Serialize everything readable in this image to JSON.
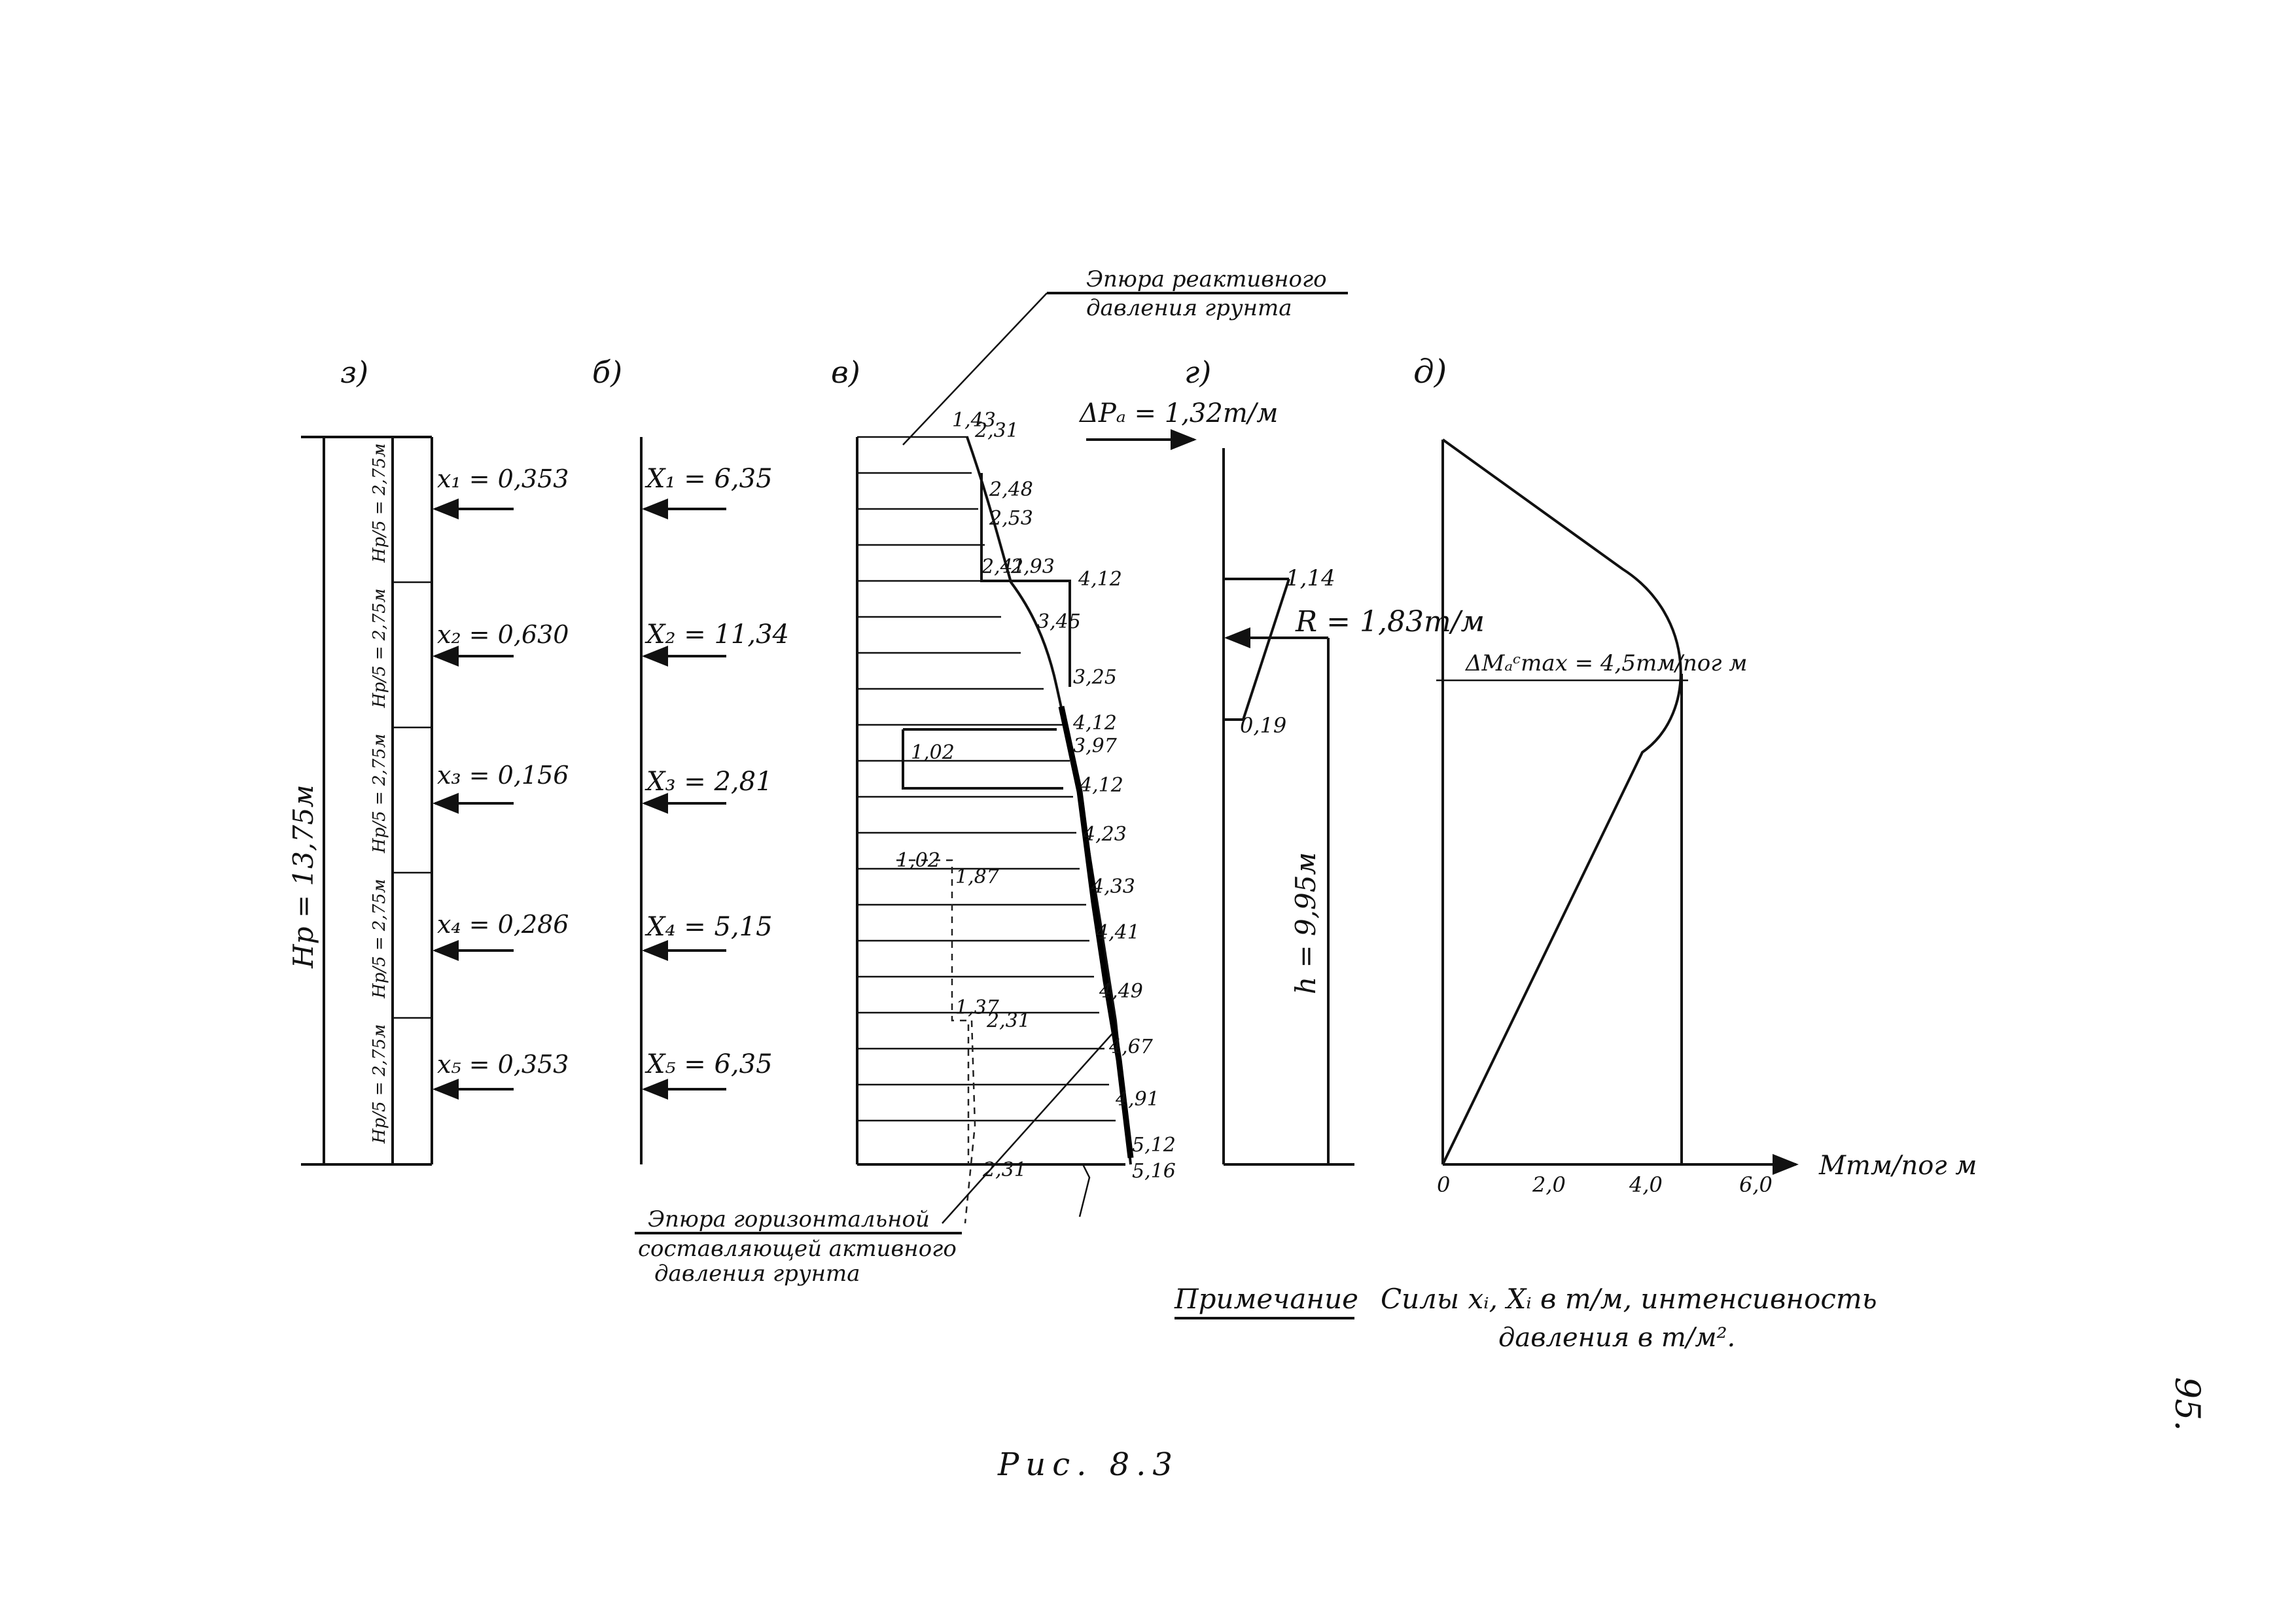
{
  "annotations": {
    "reactive_title_1": "Эпюра реактивного",
    "reactive_title_2": "давления грунта",
    "active_title_1": "Эпюра горизонтальной",
    "active_title_2": "составляющей активного",
    "active_title_3": "давления грунта"
  },
  "panels": {
    "a": {
      "label": "з)",
      "total_height": "Hр = 13,75м",
      "segment_label": "Hр/5 = 2,75м",
      "forces": [
        "x₁ = 0,353",
        "x₂ = 0,630",
        "x₃ = 0,156",
        "x₄ = 0,286",
        "x₅ = 0,353"
      ]
    },
    "b": {
      "label": "б)",
      "forces": [
        "X₁ = 6,35",
        "X₂ = 11,34",
        "X₃ = 2,81",
        "X₄ = 5,15",
        "X₅ = 6,35"
      ]
    },
    "c": {
      "label": "в)",
      "values": [
        "1,43",
        "2,31",
        "2,48",
        "2,53",
        "2,41",
        "2,93",
        "4,12",
        "3,45",
        "3,25",
        "4,12",
        "3,97",
        "1,02",
        "4,12",
        "4,23",
        "1,02",
        "1,87",
        "4,33",
        "4,41",
        "4,49",
        "1,37",
        "2,31",
        "4,67",
        "4,91",
        "5,12",
        "5,16",
        "2,31"
      ]
    },
    "d": {
      "label": "г)",
      "delta_p": "ΔPₐ = 1,32т/м",
      "r_value": "1,14",
      "reaction": "R = 1,83т/м",
      "r_low": "0,19",
      "h_label": "h = 9,95м"
    },
    "e": {
      "label": "д)",
      "mmax": "ΔMₐᶜmax = 4,5тм/пог м",
      "axis_label": "Mтм/пог м",
      "ticks": [
        "0",
        "2,0",
        "4,0",
        "6,0"
      ]
    }
  },
  "note": {
    "heading": "Примечание",
    "line1": "Силы xᵢ, Xᵢ в т/м, интенсивность",
    "line2": "давления в т/м²."
  },
  "caption": "Рис. 8.3",
  "page_number": "95."
}
